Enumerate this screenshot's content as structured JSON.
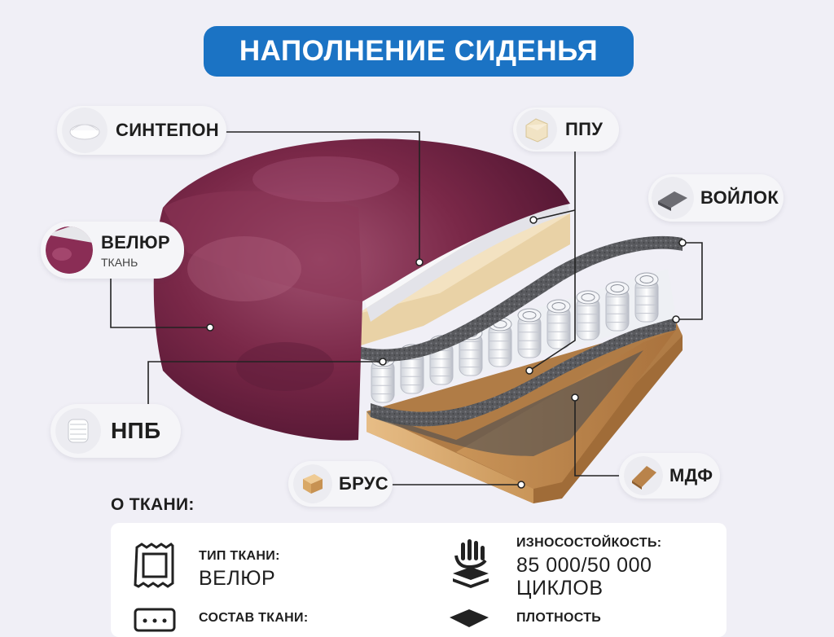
{
  "title": "НАПОЛНЕНИЕ СИДЕНЬЯ",
  "labels": {
    "sintepon": "СИНТЕПОН",
    "ppu": "ППУ",
    "voilok": "ВОЙЛОК",
    "velur": "ВЕЛЮР",
    "velur_sub": "ТКАНЬ",
    "npb": "НПБ",
    "brus": "БРУС",
    "mdf": "МДФ"
  },
  "fabric_section": {
    "heading": "О ТКАНИ:",
    "type_key": "ТИП ТКАНИ:",
    "type_value": "ВЕЛЮР",
    "composition_key": "СОСТАВ ТКАНИ:",
    "wear_key": "ИЗНОСОСТОЙКОСТЬ:",
    "wear_value_line1": "85 000/50 000",
    "wear_value_line2": "ЦИКЛОВ",
    "density_key": "ПЛОТНОСТЬ"
  },
  "colors": {
    "accent_blue": "#1b73c4",
    "velour": "#7d2a4c",
    "ppu": "#ecd9b3",
    "felt": "#5a5a5a",
    "mdf": "#c08a52",
    "wood": "#d9ac72"
  },
  "icons": {
    "sintepon": "sintepon-roll-icon",
    "ppu": "foam-block-icon",
    "voilok": "felt-pad-icon",
    "velur": "velour-swatch-icon",
    "npb": "spring-block-icon",
    "brus": "wood-bar-icon",
    "mdf": "mdf-board-icon",
    "fabric_type": "fabric-frame-icon",
    "composition": "composition-icon",
    "wear": "wear-resistance-icon",
    "density": "density-icon"
  }
}
